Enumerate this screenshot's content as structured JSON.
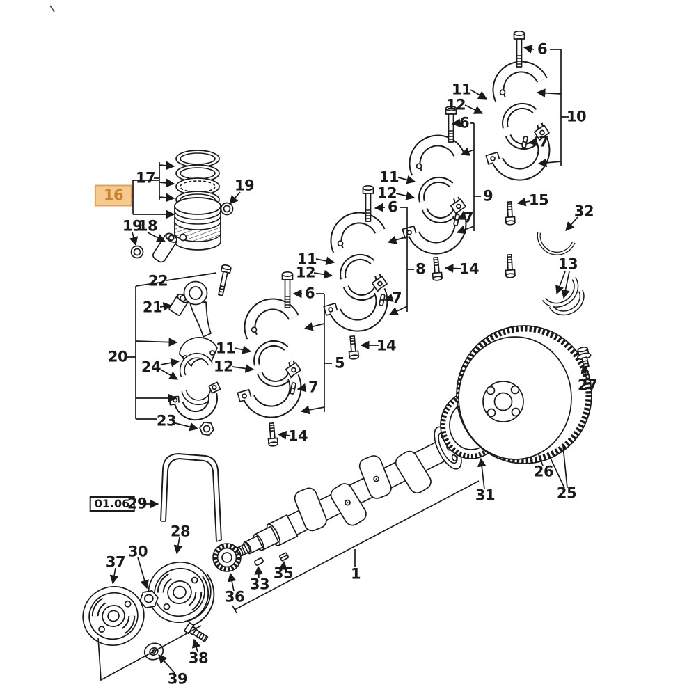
{
  "figure": {
    "type": "exploded-parts-diagram",
    "subject": "Engine crankshaft, pistons, main bearings, flywheel and pulley assembly",
    "background_color": "#ffffff",
    "line_color": "#1a1a1a"
  },
  "highlight": {
    "selected_part": "16",
    "box_fill": "#f8c98e",
    "box_border": "#e0a55c",
    "text_color": "#c9822e"
  },
  "reference_box": {
    "text": "01.06"
  },
  "labels": {
    "g10_bolt6": "6",
    "g10_shell11": "11",
    "g10_shell12": "12",
    "asm10": "10",
    "g10_dowel7": "7",
    "asm9": "9",
    "g10_bolt15": "15",
    "seal32": "32",
    "rings17": "17",
    "piston16": "16",
    "circlip19_right": "19",
    "circlip19_left": "19",
    "pin18": "18",
    "g9_shell11": "11",
    "g9_shell12": "12",
    "g9_bolt6": "6",
    "g9_dowel7": "7",
    "asm8": "8",
    "g9_bolt14": "14",
    "thrust13": "13",
    "g8_shell11": "11",
    "g8_shell12": "12",
    "g8_bolt6": "6",
    "g8_dowel7": "7",
    "asm5": "5",
    "g8_bolt14": "14",
    "g5_shell11": "11",
    "g5_shell12": "12",
    "g5_bolt6": "6",
    "g5_dowel7": "7",
    "g5_bolt14": "14",
    "rod_bolt22": "22",
    "bushing21": "21",
    "asm20": "20",
    "shells24": "24",
    "nut23": "23",
    "bolt27": "27",
    "ringgear26": "26",
    "flywheel25": "25",
    "ringgear31": "31",
    "belt29": "29",
    "ref0106": "01.06",
    "pulley28": "28",
    "nut30": "30",
    "pulley37": "37",
    "gear36": "36",
    "key33": "33",
    "plug35": "35",
    "crank1": "1",
    "bolt38": "38",
    "washer39": "39"
  }
}
